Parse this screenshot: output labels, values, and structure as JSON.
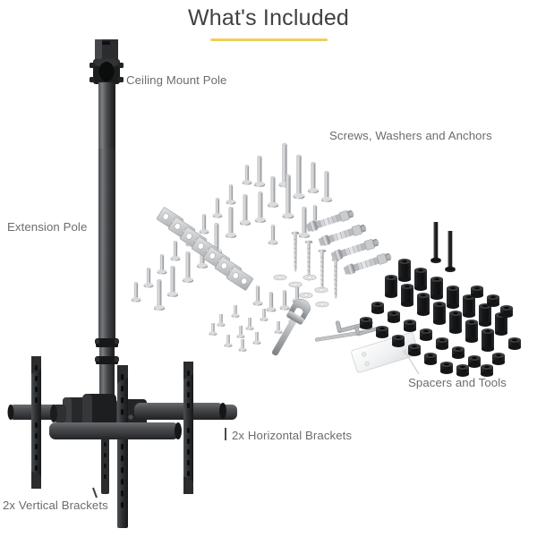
{
  "page": {
    "title": "What's Included",
    "background_color": "#ffffff",
    "text_color": "#6b6c6e",
    "title_color": "#414042",
    "accent_color": "#f0ce5a",
    "product": "Ceiling TV mount kit exploded parts diagram"
  },
  "labels": {
    "ceiling_mount_pole": "Ceiling Mount Pole",
    "screws_washers_anchors": "Screws, Washers and Anchors",
    "extension_pole": "Extension Pole",
    "spacers_and_tools": "Spacers and Tools",
    "horizontal_brackets": "2x Horizontal Brackets",
    "vertical_brackets": "2x Vertical Brackets"
  },
  "colors": {
    "metal_light": "#d9dadc",
    "metal_mid": "#b4b6b9",
    "metal_dark": "#8a8d91",
    "plastic_black": "#1a1a1c",
    "bracket_dark": "#3a3b3d",
    "bracket_mid": "#5a5c5e",
    "pole_light": "#6d7073",
    "pole_dark": "#232426",
    "leader_line": "#d2d3d5"
  }
}
